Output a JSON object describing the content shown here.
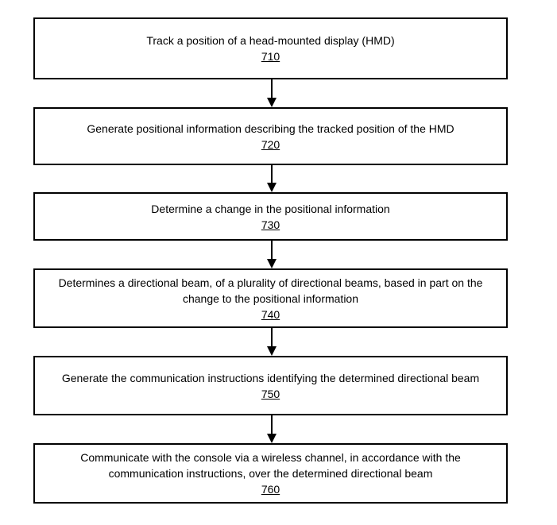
{
  "figure": {
    "type": "flowchart",
    "steps": [
      {
        "text": "Track a position of a head-mounted display (HMD)",
        "ref": "710"
      },
      {
        "text": "Generate positional information describing the tracked position of the HMD",
        "ref": "720"
      },
      {
        "text": "Determine a change in the positional information",
        "ref": "730"
      },
      {
        "text": "Determines a directional beam, of a plurality of directional beams, based in part on the change to the positional information",
        "ref": "740"
      },
      {
        "text": "Generate the communication instructions identifying the determined directional beam",
        "ref": "750"
      },
      {
        "text": "Communicate with the console via a wireless channel, in accordance with the communication instructions, over the determined directional beam",
        "ref": "760"
      }
    ],
    "colors": {
      "border": "#000000",
      "text": "#000000",
      "background": "#ffffff"
    }
  }
}
